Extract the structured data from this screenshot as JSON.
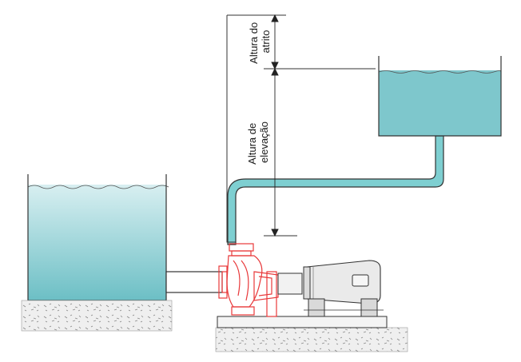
{
  "labels": {
    "friction_head": [
      "Altura do",
      "atrito"
    ],
    "elevation_head": [
      "Altura de",
      "elevação"
    ]
  },
  "colors": {
    "water_top": "#d6eef0",
    "water_bottom": "#6fc0c6",
    "pipe_fill": "#7ecfd1",
    "pump_red": "#e8383a",
    "motor_gray": "#e9e9e9",
    "concrete": "#eeeeee",
    "outline": "#333333"
  }
}
